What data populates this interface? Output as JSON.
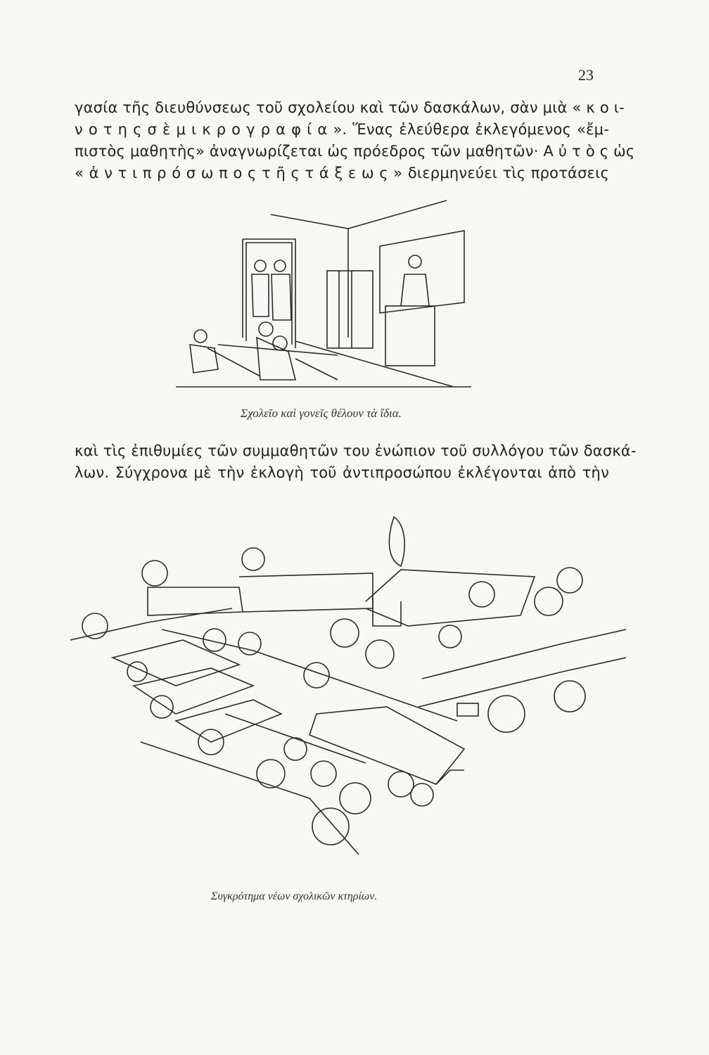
{
  "page_number": "23",
  "paragraph_1": [
    "γασία τῆς διευθύνσεως τοῦ σχολείου καὶ τῶν δασκάλων, σὰν μιὰ « κ ο ι-",
    "ν ο τ η ς   σ ὲ   μ ι κ ρ ο γ ρ α φ ί α ». Ἕνας ἐλεύθερα ἐκλεγόμενος «ἔμ-",
    "πιστὸς μαθητὴς» ἀναγνωρίζεται ὡς πρόεδρος τῶν μαθητῶν· Α ὐ τ ὸ ς ὡς",
    "« ἀ ν τ ι π ρ ό σ ω π ο ς  τ ῆ ς  τ ά ξ ε ω ς » διερμηνεύει τὶς προτάσεις"
  ],
  "figure_1_caption": "Σχολεῖο καὶ γονεῖς θέλουν τὰ ἴδια.",
  "paragraph_2": [
    "καὶ τὶς ἐπιθυμίες τῶν συμμαθητῶν του ἐνώπιον τοῦ συλλόγου τῶν δασκά-",
    "λων. Σύγχρονα μὲ τὴν ἐκλογὴ τοῦ ἀντιπροσώπου ἐκλέγονται ἀπὸ τὴν"
  ],
  "figure_2_caption": "Συγκρότημα νέων σχολικῶν κτηρίων."
}
